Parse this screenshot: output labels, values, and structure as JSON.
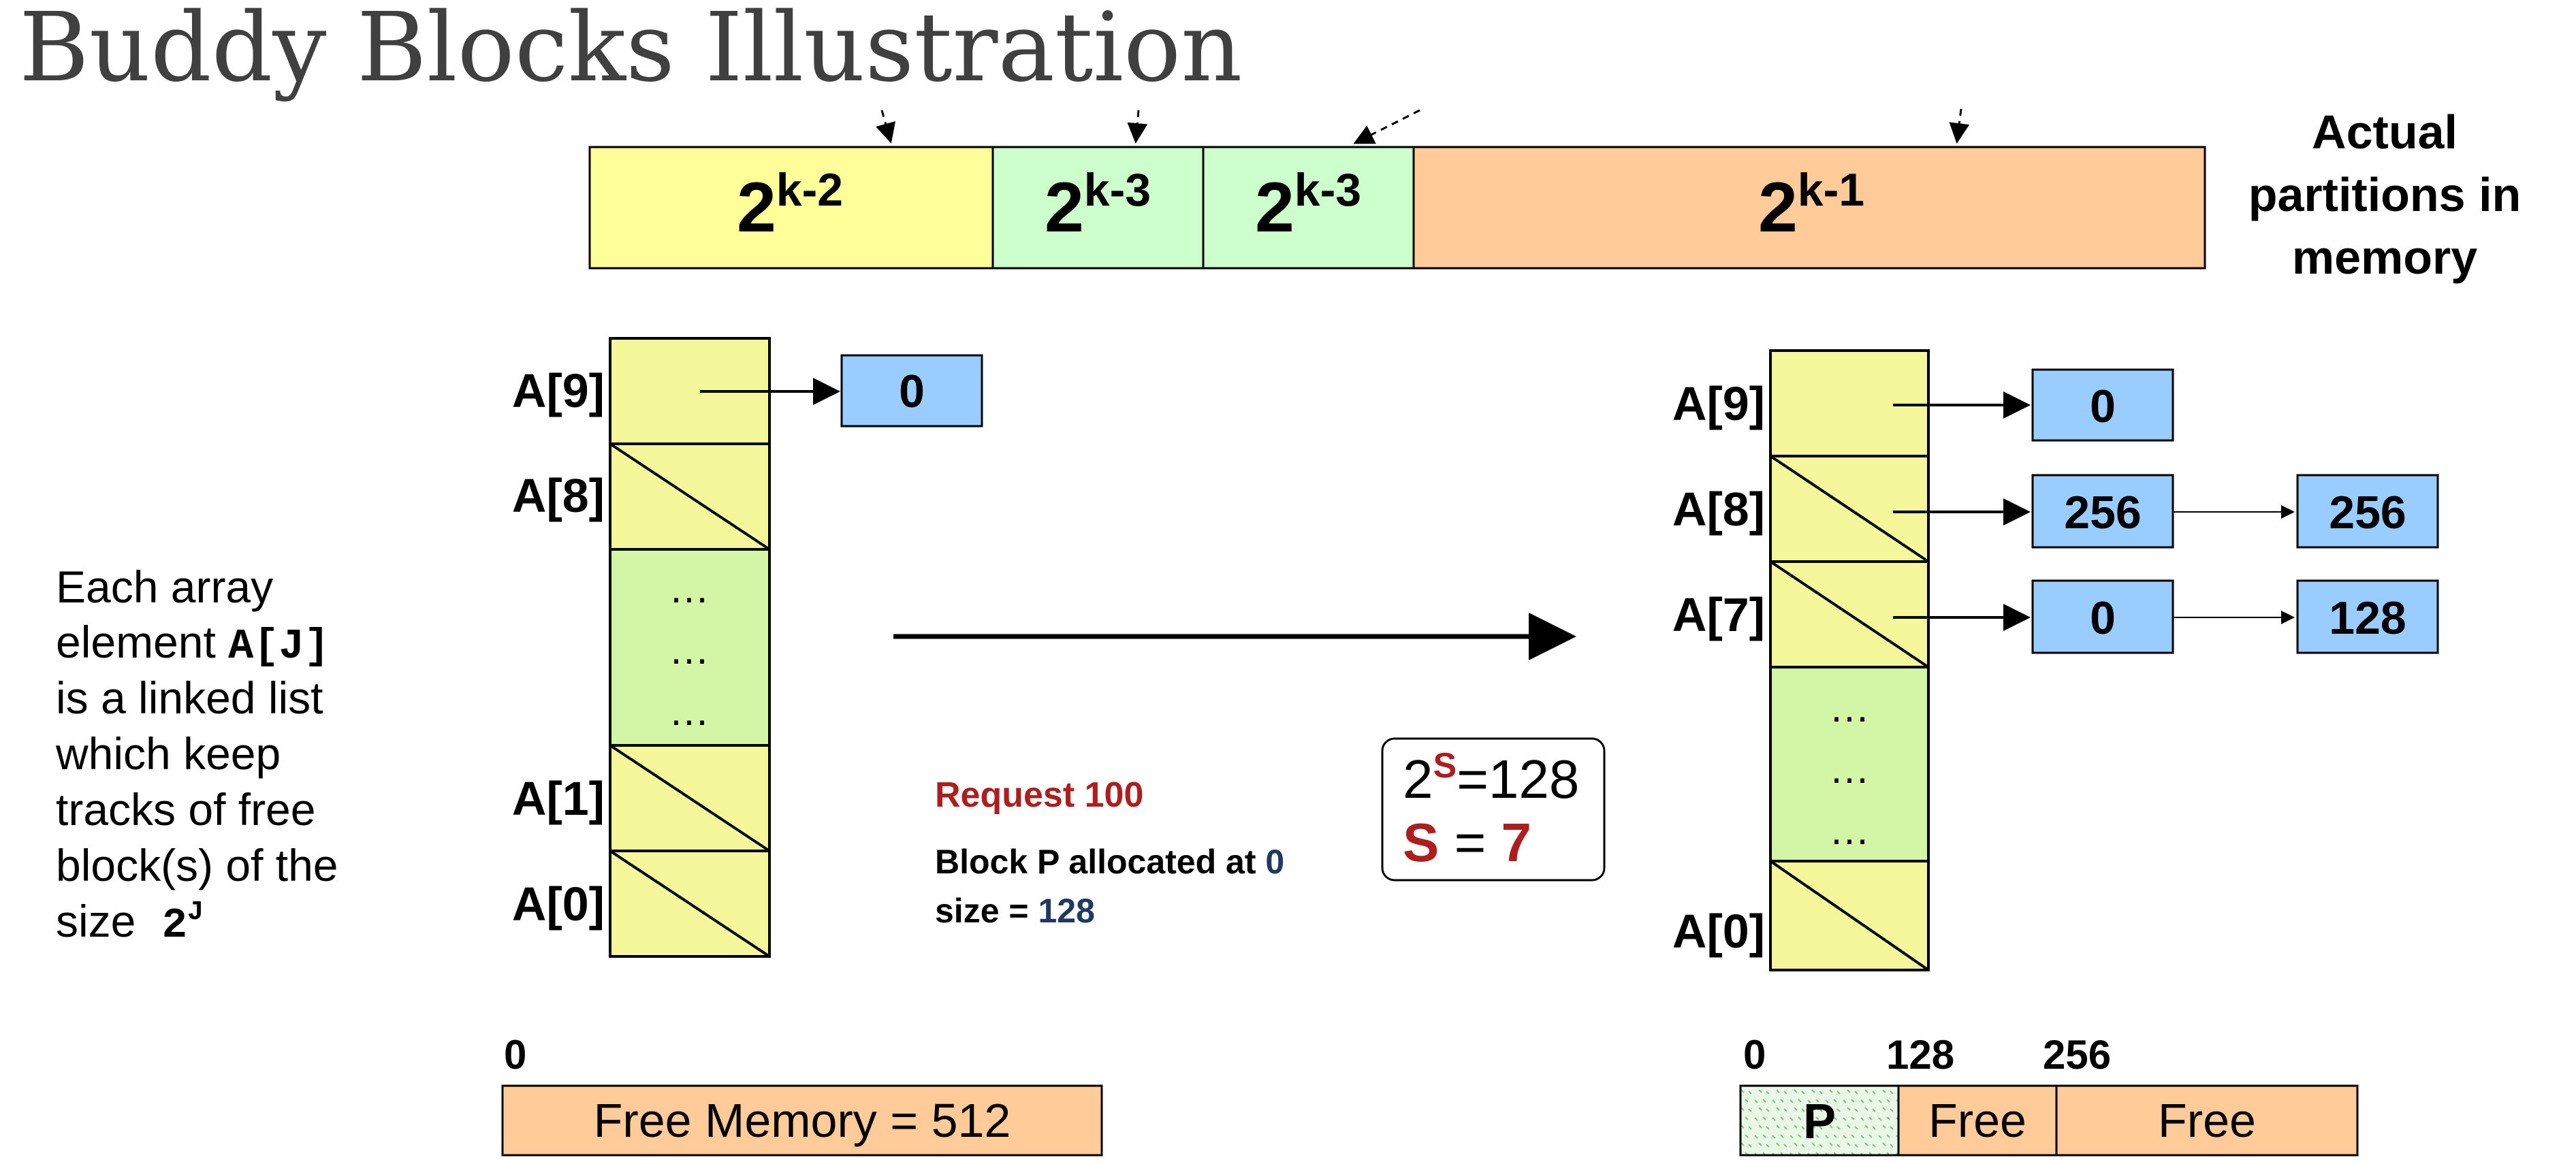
{
  "title": "Buddy Blocks Illustration",
  "partitions": {
    "blocks": [
      {
        "base": "2",
        "exp": "k-2"
      },
      {
        "base": "2",
        "exp": "k-3"
      },
      {
        "base": "2",
        "exp": "k-3"
      },
      {
        "base": "2",
        "exp": "k-1"
      }
    ],
    "caption_lines": [
      "Actual",
      "partitions in",
      "memory"
    ]
  },
  "description": {
    "lines": [
      "Each array",
      "element ",
      "is a linked list",
      "which keep",
      "tracks of free",
      "block(s) of the",
      "size "
    ],
    "code_array": "A[J]",
    "code_size_base": "2",
    "code_size_exp": "J"
  },
  "left_array": {
    "labels": [
      "A[9]",
      "A[8]",
      "A[1]",
      "A[0]"
    ],
    "ellipsis": "…",
    "node_a9": "0"
  },
  "right_array": {
    "labels": [
      "A[9]",
      "A[8]",
      "A[7]",
      "A[0]"
    ],
    "ellipsis": "…",
    "a9_nodes": [
      "0"
    ],
    "a8_nodes": [
      "256",
      "256"
    ],
    "a7_nodes": [
      "0",
      "128"
    ]
  },
  "request": {
    "label": "Request 100",
    "line1_prefix": "Block P allocated at ",
    "line1_value": "0",
    "line2_prefix": "size = ",
    "line2_value": "128"
  },
  "formula": {
    "base": "2",
    "exp": "S",
    "equals_value": "=128",
    "s_label": "S",
    "s_eq": " = ",
    "s_value": "7"
  },
  "free_memory_left": {
    "start": "0",
    "label": "Free Memory = 512"
  },
  "free_memory_right": {
    "ticks": [
      "0",
      "128",
      "256"
    ],
    "cells": [
      "P",
      "Free",
      "Free"
    ]
  },
  "colors": {
    "yellow": "#FFFF99",
    "green_light": "#CCFFCC",
    "orange": "#FFCC99",
    "blue": "#99CCFF",
    "array_yellow": "#F4F79A",
    "array_green": "#D2F5A6",
    "dark_red": "#AE1E1E",
    "navy": "#1F3864"
  }
}
